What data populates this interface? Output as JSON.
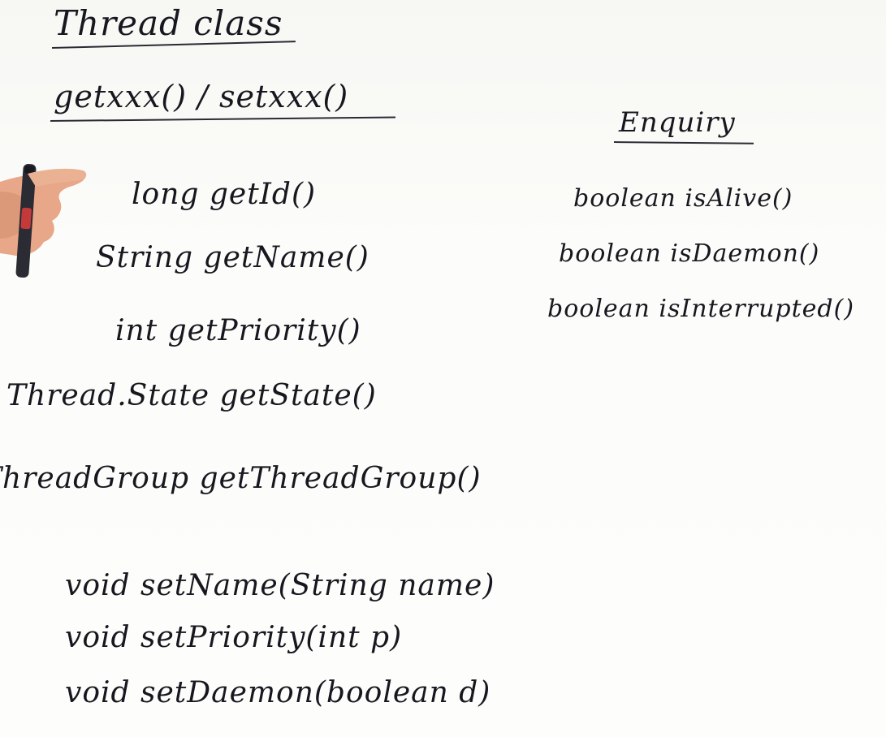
{
  "board": {
    "title": "Thread class",
    "subtitle": "getxxx() / setxxx()",
    "getters": [
      "long getId()",
      "String getName()",
      "int getPriority()",
      "Thread.State getState()",
      "ThreadGroup getThreadGroup()"
    ],
    "setters": [
      "void setName(String name)",
      "void setPriority(int p)",
      "void setDaemon(boolean d)"
    ],
    "enquiry": {
      "title": "Enquiry",
      "items": [
        "boolean isAlive()",
        "boolean isDaemon()",
        "boolean isInterrupted()"
      ]
    }
  },
  "colors": {
    "ink": "#17171f",
    "board": "#fbfbf9",
    "skin": "#e8a98d",
    "marker": "#2b2b33"
  }
}
